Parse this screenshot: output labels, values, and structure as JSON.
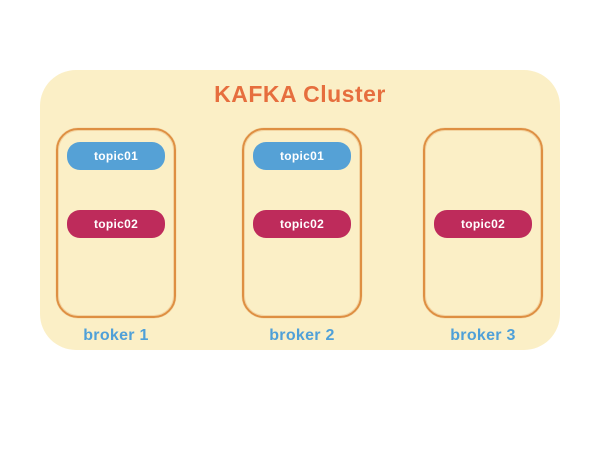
{
  "diagram": {
    "title": "KAFKA Cluster",
    "brokers": [
      {
        "label": "broker 1",
        "topics": [
          {
            "name": "topic01",
            "color": "#55A1D6"
          },
          {
            "name": "topic02",
            "color": "#BE2B5B"
          }
        ]
      },
      {
        "label": "broker 2",
        "topics": [
          {
            "name": "topic01",
            "color": "#55A1D6"
          },
          {
            "name": "topic02",
            "color": "#BE2B5B"
          }
        ]
      },
      {
        "label": "broker 3",
        "topics": [
          {
            "name": "topic02",
            "color": "#BE2B5B"
          }
        ]
      }
    ],
    "colors": {
      "cluster_background": "#FBEFC6",
      "broker_border": "#DE8F42",
      "title_text": "#E66E3E",
      "broker_label_text": "#4FA0D8",
      "topic01_fill": "#55A1D6",
      "topic02_fill": "#BE2B5B",
      "topic_text": "#FFFFFF",
      "page_background": "#FFFFFF"
    }
  }
}
